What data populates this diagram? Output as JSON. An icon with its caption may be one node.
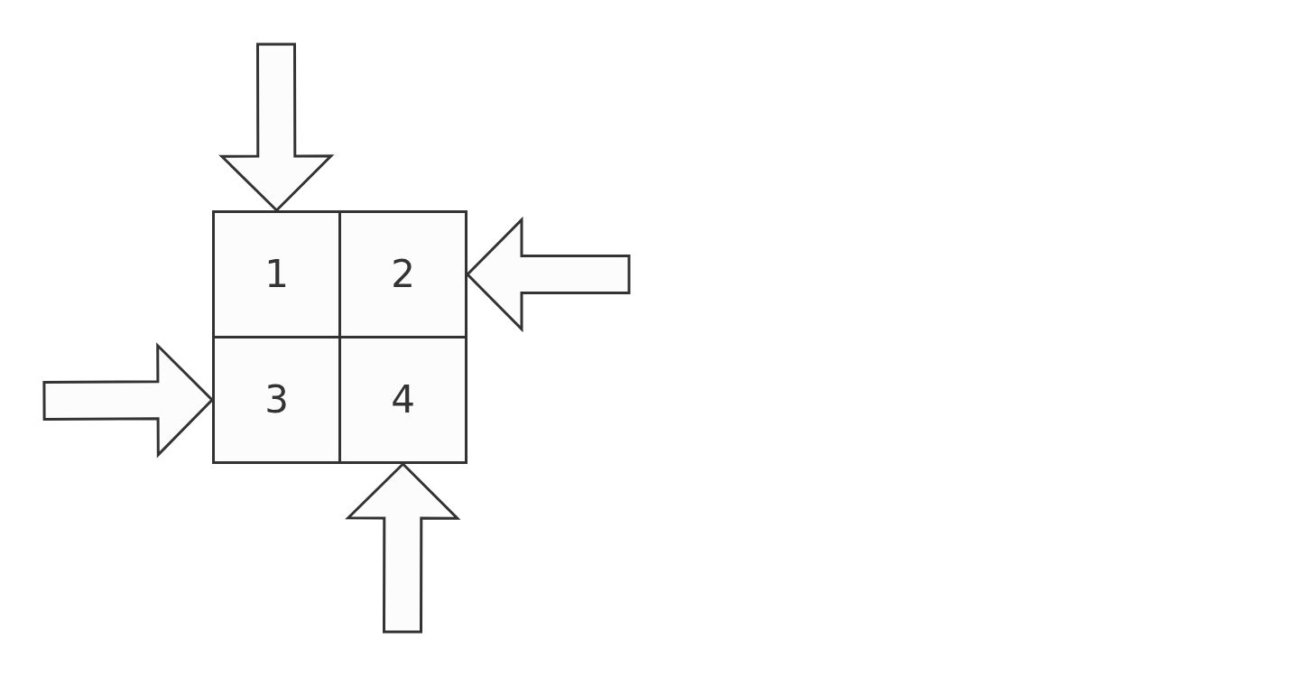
{
  "diagram": {
    "nodes": [
      {
        "text": [
          "1"
        ]
      },
      {
        "text": [
          "2"
        ]
      },
      {
        "text": [
          "3"
        ]
      },
      {
        "text": [
          "4"
        ]
      }
    ],
    "edges": [
      {
        "from": null,
        "to": 0,
        "arrow": "to"
      },
      {
        "from": null,
        "to": 1,
        "arrow": "to"
      },
      {
        "from": null,
        "to": 2,
        "arrow": "to"
      },
      {
        "from": null,
        "to": 3,
        "arrow": "to"
      }
    ]
  }
}
